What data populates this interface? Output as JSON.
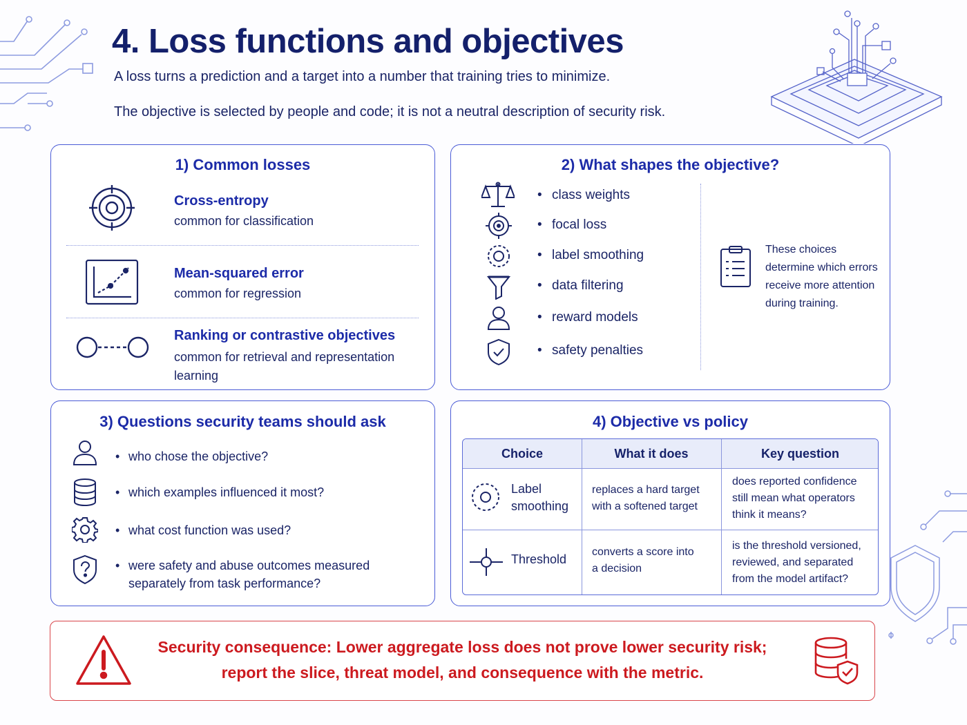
{
  "header": {
    "title": "4. Loss functions and objectives",
    "subtitle_1": "A loss turns a prediction and a target into a number that training tries to minimize.",
    "subtitle_2": "The objective is selected by people and code; it is not a neutral description of security risk."
  },
  "common_losses": {
    "heading": "1) Common losses",
    "items": [
      {
        "name": "Cross-entropy",
        "desc": "common for classification",
        "icon": "target-icon"
      },
      {
        "name": "Mean-squared error",
        "desc": "common for regression",
        "icon": "line-chart-icon"
      },
      {
        "name": "Ranking or contrastive objectives",
        "desc": "common for retrieval and representation learning",
        "icon": "linked-nodes-icon"
      }
    ]
  },
  "objective_shapers": {
    "heading": "2) What shapes the objective?",
    "items": [
      {
        "label": "class weights",
        "icon": "balance-scale-icon"
      },
      {
        "label": "focal loss",
        "icon": "crosshair-icon"
      },
      {
        "label": "label smoothing",
        "icon": "dashed-circle-icon"
      },
      {
        "label": "data filtering",
        "icon": "funnel-icon"
      },
      {
        "label": "reward models",
        "icon": "person-icon"
      },
      {
        "label": "safety penalties",
        "icon": "shield-check-icon"
      }
    ],
    "note": "These choices determine which errors receive more attention during training.",
    "note_icon": "clipboard-icon"
  },
  "security_questions": {
    "heading": "3) Questions security teams should ask",
    "items": [
      {
        "text": "who chose the objective?",
        "icon": "person-icon"
      },
      {
        "text": "which examples influenced it most?",
        "icon": "database-icon"
      },
      {
        "text": "what cost function was used?",
        "icon": "gear-icon"
      },
      {
        "text": "were safety and abuse outcomes measured separately from task performance?",
        "icon": "shield-question-icon"
      }
    ]
  },
  "objective_vs_policy": {
    "heading": "4) Objective vs policy",
    "columns": [
      "Choice",
      "What it does",
      "Key question"
    ],
    "rows": [
      {
        "choice": "Label smoothing",
        "does": "replaces a hard target with a softened target",
        "question": "does reported confidence still mean what operators think it means?",
        "icon": "dashed-circle-icon"
      },
      {
        "choice": "Threshold",
        "does": "converts a score into a decision",
        "question": "is the threshold versioned, reviewed, and separated from the model artifact?",
        "icon": "threshold-icon"
      }
    ]
  },
  "consequence": {
    "line_1": "Security consequence: Lower aggregate loss does not prove lower security risk;",
    "line_2": "report the slice, threat model, and consequence with the metric.",
    "icons": [
      "warning-icon",
      "database-shield-icon"
    ]
  },
  "colors": {
    "navy": "#14206b",
    "accent_blue": "#1c2ba8",
    "panel_border": "#4a5bd6",
    "alert_red": "#cc1a1f"
  }
}
